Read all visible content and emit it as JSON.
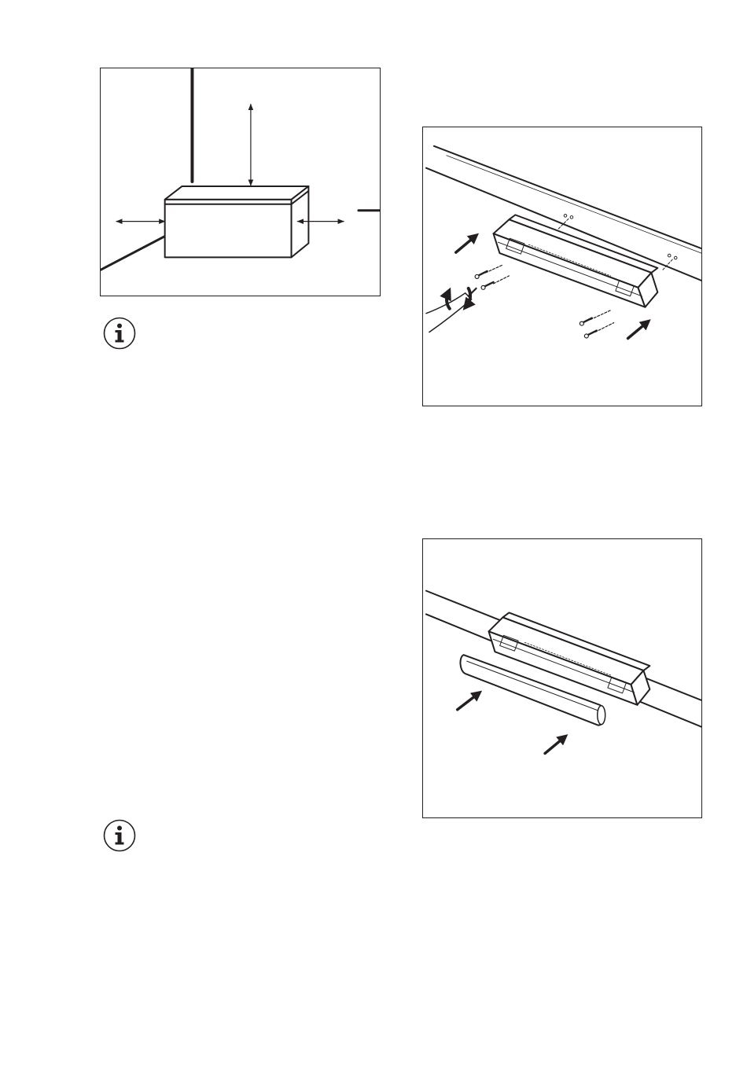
{
  "page": {
    "background": "#ffffff",
    "ink_color": "#231f20"
  },
  "figures": [
    {
      "id": "clearance",
      "icon": "freezer-clearance-diagram"
    },
    {
      "id": "handle-mount",
      "icon": "handle-mount-screws-diagram"
    },
    {
      "id": "handle-cover",
      "icon": "handle-cover-insert-diagram"
    }
  ],
  "notes": [
    {
      "icon": "info-icon",
      "text": ""
    },
    {
      "icon": "info-icon",
      "text": ""
    }
  ]
}
